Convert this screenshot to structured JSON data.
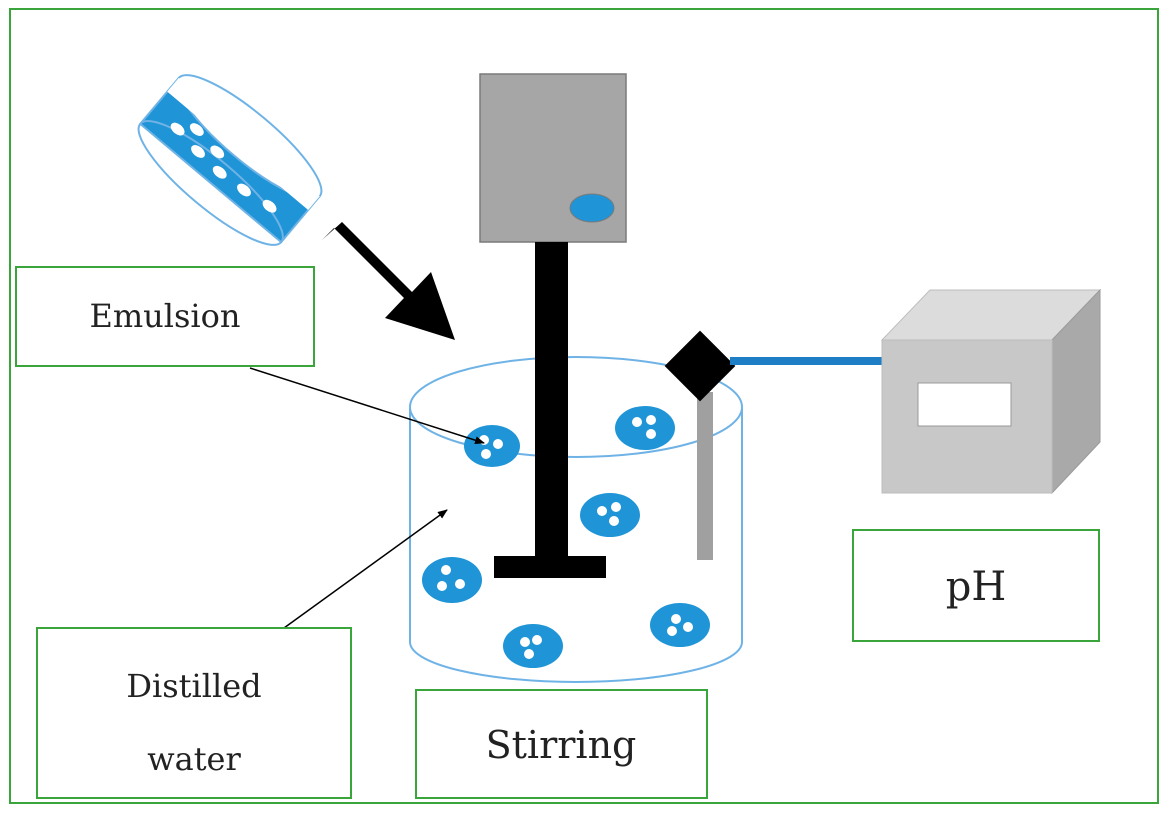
{
  "labels": {
    "emulsion": "Emulsion",
    "distilled_line1": "Distilled",
    "distilled_line2": "water",
    "stirring": "Stirring",
    "ph": "pH"
  },
  "colors": {
    "frame": "#3aa53a",
    "label_border": "#3aa53a",
    "droplet": "#1f94d6",
    "beaker_outline": "#6fb3e6",
    "stirrer_body": "#a6a6a6",
    "stirrer_rod": "#000000",
    "probe": "#a0a0a0",
    "meter": "#c8c8c8",
    "cable": "#1f7fc6"
  },
  "icons": [
    "petri-dish-icon",
    "overhead-stirrer-icon",
    "beaker-icon",
    "ph-meter-icon",
    "ph-probe-icon",
    "arrow-icon"
  ]
}
